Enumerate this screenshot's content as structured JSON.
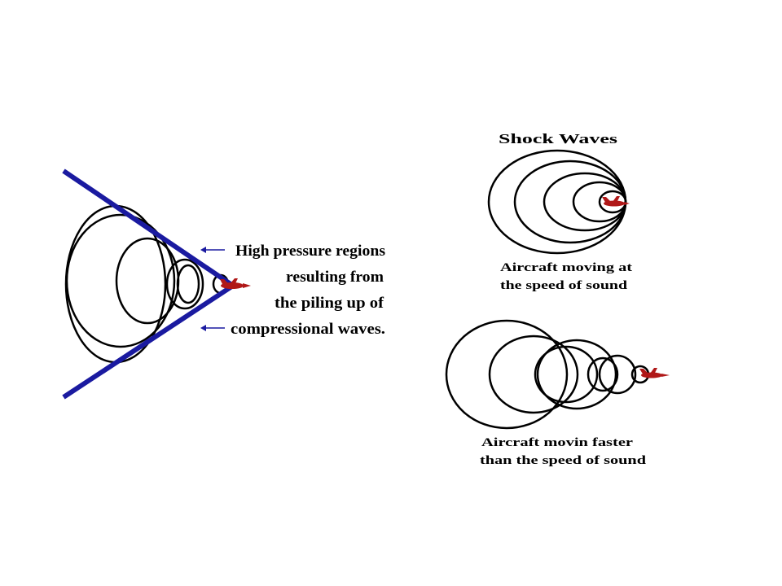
{
  "left_diagram": {
    "annotation_lines": [
      "High pressure regions",
      "resulting from",
      "the piling up of",
      "compressional waves."
    ],
    "arrow_glyph": "←"
  },
  "right_top": {
    "title": "Shock Waves",
    "caption_lines": [
      "Aircraft moving at",
      "the speed of sound"
    ]
  },
  "right_bottom": {
    "caption_lines": [
      "Aircraft movin faster",
      "than the speed of sound"
    ]
  },
  "colors": {
    "cone": "#1a1aa0",
    "aircraft": "#b01818",
    "waves": "#000000"
  },
  "icons": [
    "aircraft-icon",
    "arrow-left-icon"
  ]
}
